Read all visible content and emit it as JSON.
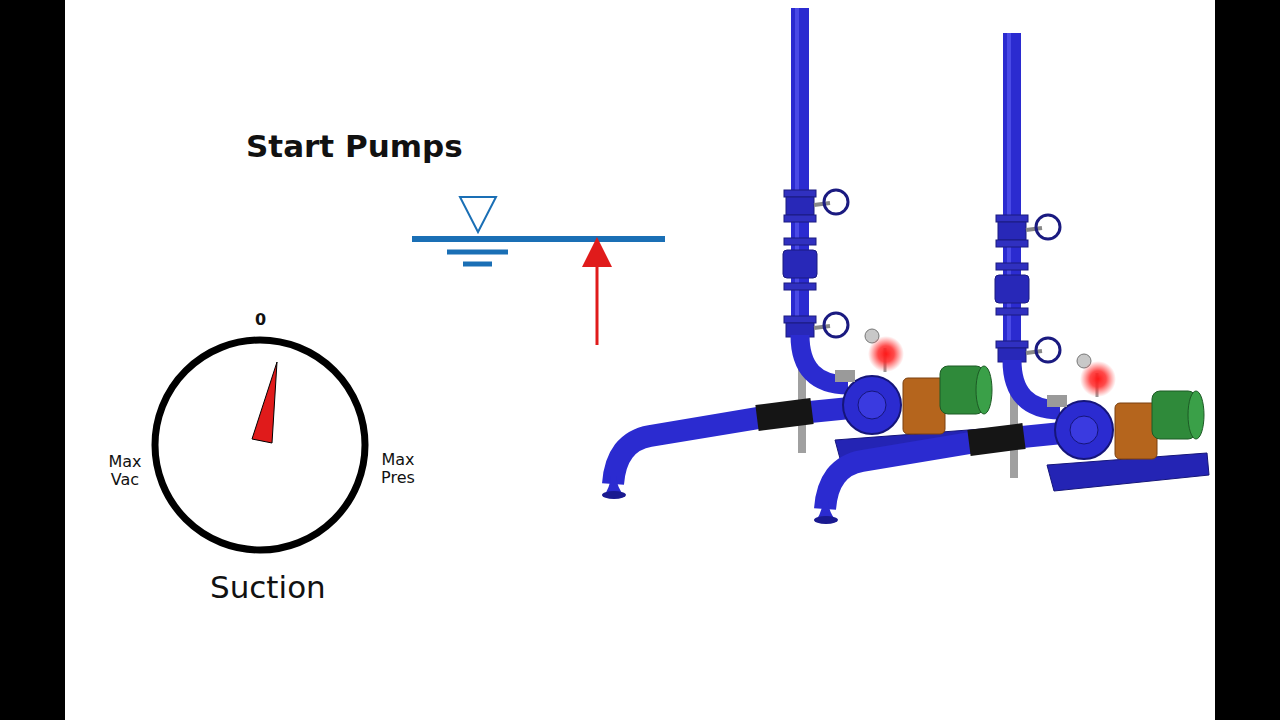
{
  "diagram": {
    "title": "Start Pumps",
    "labels": [
      "0",
      "Max Vac",
      "Max Pres",
      "Suction"
    ]
  }
}
